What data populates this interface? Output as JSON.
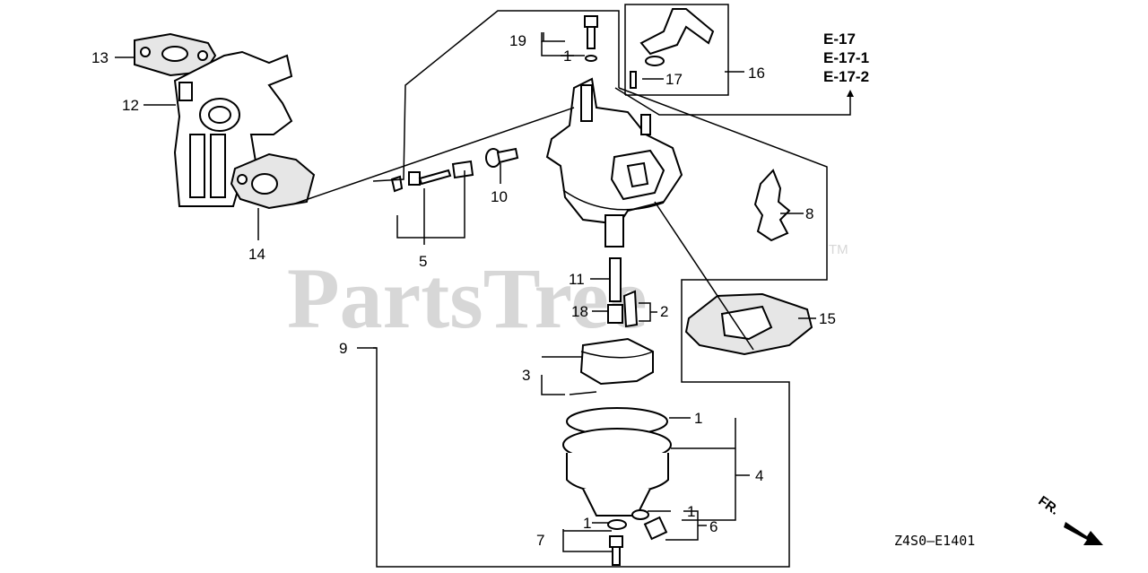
{
  "watermark": {
    "text": "PartsTree",
    "trademark": "TM"
  },
  "figure_code": "Z4S0—E1401",
  "direction_label": "FR.",
  "reference_codes": [
    "E-17",
    "E-17-1",
    "E-17-2"
  ],
  "callouts": {
    "c13": "13",
    "c12": "12",
    "c14": "14",
    "c5": "5",
    "c10": "10",
    "c19": "19",
    "c1_top": "1",
    "c17": "17",
    "c16": "16",
    "c8": "8",
    "c11": "11",
    "c18": "18",
    "c2": "2",
    "c15": "15",
    "c9": "9",
    "c3": "3",
    "c1_bowl": "1",
    "c4": "4",
    "c1_left": "1",
    "c1_right": "1",
    "c7": "7",
    "c6": "6"
  },
  "colors": {
    "line": "#000000",
    "watermark": "#d7d7d7",
    "gasket_fill": "#e6e6e6",
    "background": "#ffffff"
  }
}
